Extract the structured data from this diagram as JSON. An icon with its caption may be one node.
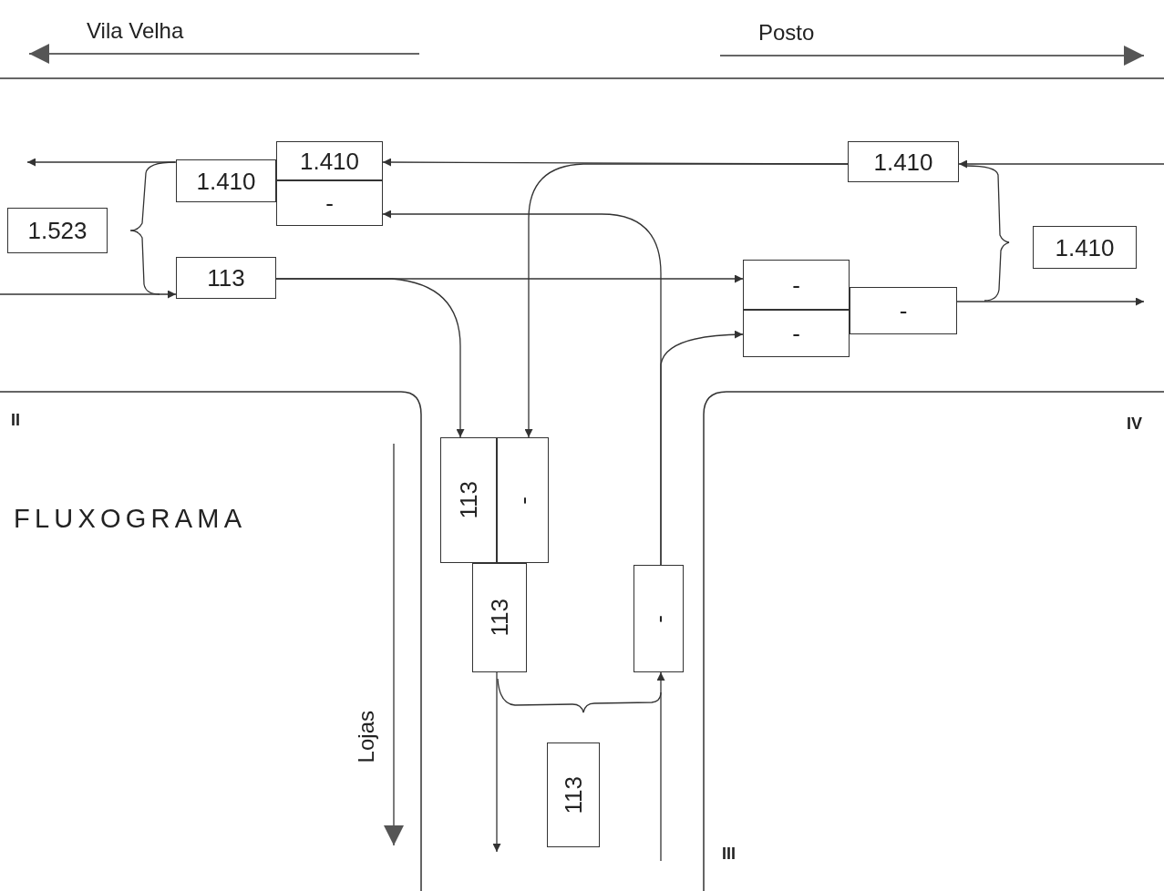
{
  "diagram": {
    "title": "FLUXOGRAMA",
    "nodes": [
      {
        "text": [
          "1.410"
        ]
      },
      {
        "text": [
          "-"
        ]
      },
      {
        "text": [
          "1.410"
        ]
      },
      {
        "text": [
          "1.523"
        ]
      },
      {
        "text": [
          "113"
        ]
      },
      {
        "text": [
          "1.410"
        ]
      },
      {
        "text": [
          "1.410"
        ]
      },
      {
        "text": [
          "-"
        ]
      },
      {
        "text": [
          "-"
        ]
      },
      {
        "text": [
          "-"
        ]
      },
      {
        "text": [
          "113"
        ]
      },
      {
        "text": [
          "-"
        ]
      },
      {
        "text": [
          "113"
        ]
      },
      {
        "text": [
          "-"
        ]
      },
      {
        "text": [
          "113"
        ]
      }
    ],
    "edges": [
      {
        "from": null,
        "to": 5,
        "arrow": "to"
      },
      {
        "from": 5,
        "to": 0,
        "arrow": "to"
      },
      {
        "from": 5,
        "to": 11,
        "arrow": "to"
      },
      {
        "from": 2,
        "to": null,
        "arrow": "to"
      },
      {
        "from": 13,
        "to": 1,
        "arrow": "to"
      },
      {
        "from": 13,
        "to": 8,
        "arrow": "to"
      },
      {
        "from": null,
        "to": 4,
        "arrow": "to"
      },
      {
        "from": 4,
        "to": 7,
        "arrow": "to"
      },
      {
        "from": 4,
        "to": 10,
        "arrow": "to"
      },
      {
        "from": 9,
        "to": null,
        "arrow": "to"
      },
      {
        "from": 12,
        "to": null,
        "arrow": "to"
      },
      {
        "from": null,
        "to": 13,
        "arrow": "to"
      }
    ],
    "labels": [
      "Vila Velha",
      "Posto",
      "II",
      "IV",
      "Lojas",
      "III"
    ]
  }
}
